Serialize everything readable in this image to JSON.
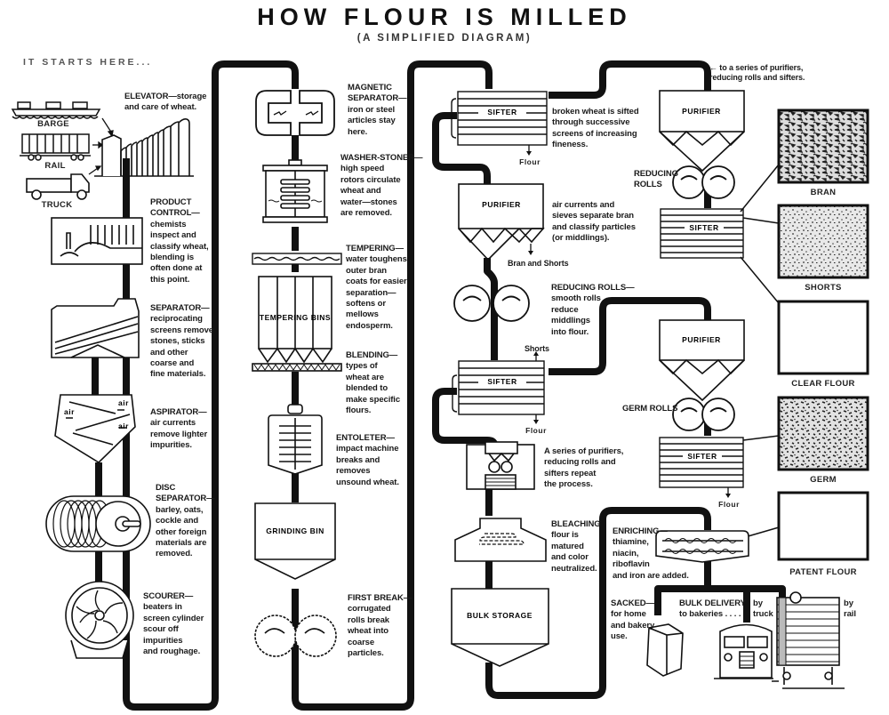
{
  "header": {
    "title": "HOW FLOUR IS MILLED",
    "subtitle": "(A SIMPLIFIED DIAGRAM)",
    "start_label": "IT STARTS HERE..."
  },
  "colors": {
    "ink": "#111111",
    "label_gray": "#555555",
    "paper": "#ffffff"
  },
  "intake": {
    "barge": "BARGE",
    "rail": "RAIL",
    "truck": "TRUCK"
  },
  "column1": {
    "elevator": "ELEVATOR—storage\nand care of wheat.",
    "product_control": "PRODUCT\nCONTROL—\nchemists\ninspect  and\nclassify wheat,\nblending is\noften done at\nthis point.",
    "separator": "SEPARATOR—\nreciprocating\nscreens remove\nstones, sticks\nand other\ncoarse and\nfine materials.",
    "aspirator": "ASPIRATOR—\nair currents\nremove lighter\nimpurities.",
    "aspirator_air": "air",
    "disc_separator": "DISC\nSEPARATOR—\nbarley, oats,\ncockle and\nother foreign\nmaterials are\nremoved.",
    "scourer": "SCOURER—\nbeaters in\nscreen cylinder\nscour off\nimpurities\nand roughage."
  },
  "column2": {
    "magnetic_separator": "MAGNETIC\nSEPARATOR—\niron or steel\narticles stay\nhere.",
    "washer_stoner": "WASHER-STONER—\nhigh speed\nrotors circulate\nwheat and\nwater—stones\nare removed.",
    "tempering": "TEMPERING—\nwater toughens\nouter bran\ncoats for easier\nseparation—\nsoftens or\nmellows\nendosperm.",
    "tempering_bins": "TEMPERING BINS",
    "blending": "BLENDING—\ntypes of\nwheat are\nblended to\nmake specific\nflours.",
    "entoleter": "ENTOLETER—\nimpact machine\nbreaks and\nremoves\nunsound wheat.",
    "grinding_bin": "GRINDING BIN",
    "first_break": "FIRST BREAK—\ncorrugated\nrolls break\nwheat into\ncoarse\nparticles."
  },
  "column3": {
    "sifter_label": "SIFTER",
    "sifter_desc": "broken wheat is sifted\nthrough successive\nscreens of increasing\nfineness.",
    "flour": "Flour",
    "purifier_label": "PURIFIER",
    "purifier_desc": "air currents and\nsieves separate bran\nand classify particles\n(or middlings).",
    "bran_and_shorts": "Bran and Shorts",
    "reducing_rolls": "REDUCING ROLLS—\nsmooth rolls\nreduce\nmiddlings\ninto flour.",
    "shorts": "Shorts",
    "series_repeat": "A series of purifiers,\nreducing rolls and\nsifters repeat\nthe process.",
    "bleaching": "BLEACHING\nflour is\nmatured\nand color\nneutralized.",
    "bulk_storage": "BULK STORAGE"
  },
  "column4": {
    "to_series": "← to a series of purifiers,\nreducing rolls and sifters.",
    "purifier_label": "PURIFIER",
    "reducing_rolls": "REDUCING\nROLLS",
    "sifter_label": "SIFTER",
    "germ_rolls": "GERM ROLLS",
    "flour": "Flour",
    "enriching": "ENRICHING—\nthiamine,\nniacin,\nriboflavin\nand iron are added.",
    "sacked": "SACKED—\nfor home\nand bakery\nuse.",
    "bulk_delivery": "BULK DELIVERY\nto bakeries . . . .",
    "by_truck": "by\ntruck",
    "by_rail": "by\nrail"
  },
  "products": [
    {
      "name": "BRAN",
      "texture": "coarse-dark"
    },
    {
      "name": "SHORTS",
      "texture": "fine-speckle"
    },
    {
      "name": "CLEAR FLOUR",
      "texture": "blank"
    },
    {
      "name": "GERM",
      "texture": "medium-speckle"
    },
    {
      "name": "PATENT FLOUR",
      "texture": "blank"
    }
  ]
}
